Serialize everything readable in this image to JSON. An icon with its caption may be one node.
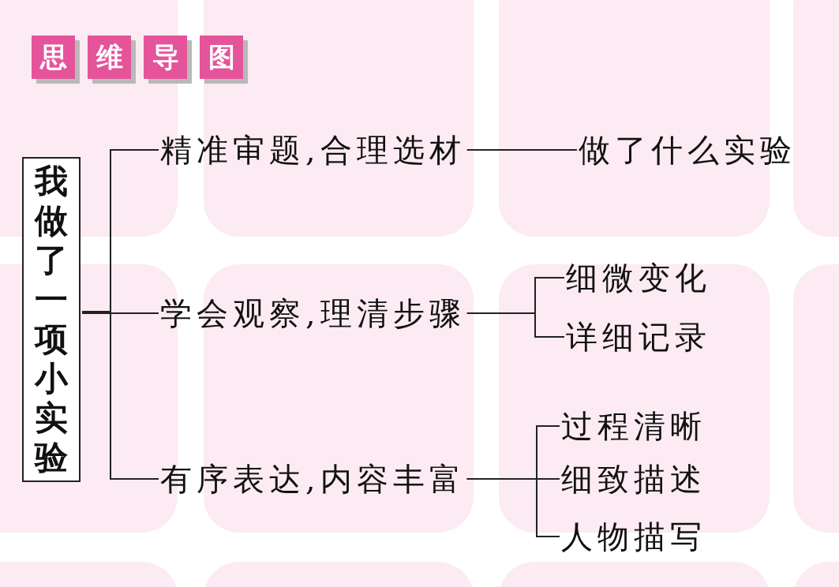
{
  "diagram": {
    "nodes": [
      {
        "text": [
          "我做了一项小实验"
        ]
      },
      {
        "text": [
          "精准审题,合理选材"
        ]
      },
      {
        "text": [
          "做了什么实验"
        ]
      },
      {
        "text": [
          "学会观察,理清步骤"
        ]
      },
      {
        "text": [
          "细微变化"
        ]
      },
      {
        "text": [
          "详细记录"
        ]
      },
      {
        "text": [
          "有序表达,内容丰富"
        ]
      },
      {
        "text": [
          "过程清晰"
        ]
      },
      {
        "text": [
          "细致描述"
        ]
      },
      {
        "text": [
          "人物描写"
        ]
      }
    ],
    "edges": [
      {
        "from": 0,
        "to": 1,
        "arrow": "none"
      },
      {
        "from": 0,
        "to": 3,
        "arrow": "none"
      },
      {
        "from": 0,
        "to": 6,
        "arrow": "none"
      },
      {
        "from": 1,
        "to": 2,
        "arrow": "none"
      },
      {
        "from": 3,
        "to": 4,
        "arrow": "none"
      },
      {
        "from": 3,
        "to": 5,
        "arrow": "none"
      },
      {
        "from": 6,
        "to": 7,
        "arrow": "none"
      },
      {
        "from": 6,
        "to": 8,
        "arrow": "none"
      },
      {
        "from": 6,
        "to": 9,
        "arrow": "none"
      }
    ],
    "labels": [
      "思",
      "维",
      "导",
      "图"
    ]
  }
}
